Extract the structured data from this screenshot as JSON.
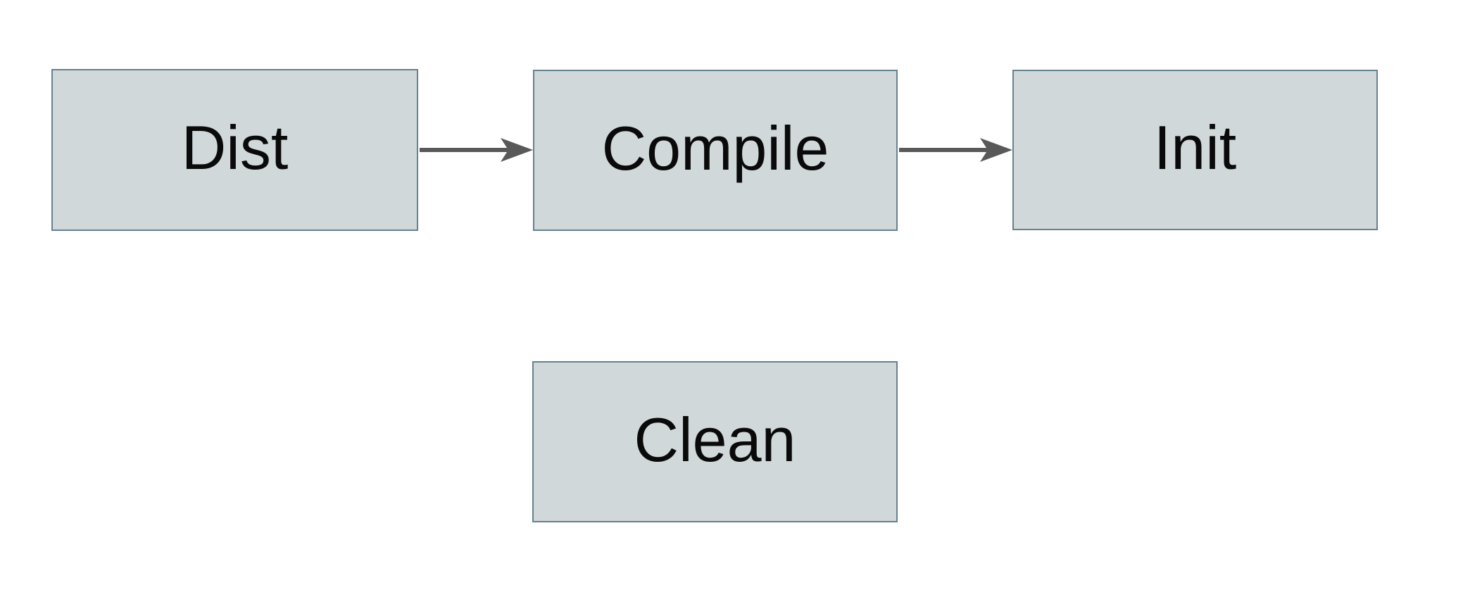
{
  "diagram": {
    "type": "flowchart",
    "nodes": [
      {
        "id": "dist",
        "label": "Dist"
      },
      {
        "id": "compile",
        "label": "Compile"
      },
      {
        "id": "init",
        "label": "Init"
      },
      {
        "id": "clean",
        "label": "Clean"
      }
    ],
    "edges": [
      {
        "from": "Dist",
        "to": "Compile",
        "style": "arrow"
      },
      {
        "from": "Compile",
        "to": "Init",
        "style": "arrow"
      }
    ],
    "colors": {
      "background": "#ffffff",
      "node_fill": "#d0d8da",
      "node_border": "#66818f",
      "node_text": "#0a0a0a",
      "arrow": "#595959"
    }
  }
}
